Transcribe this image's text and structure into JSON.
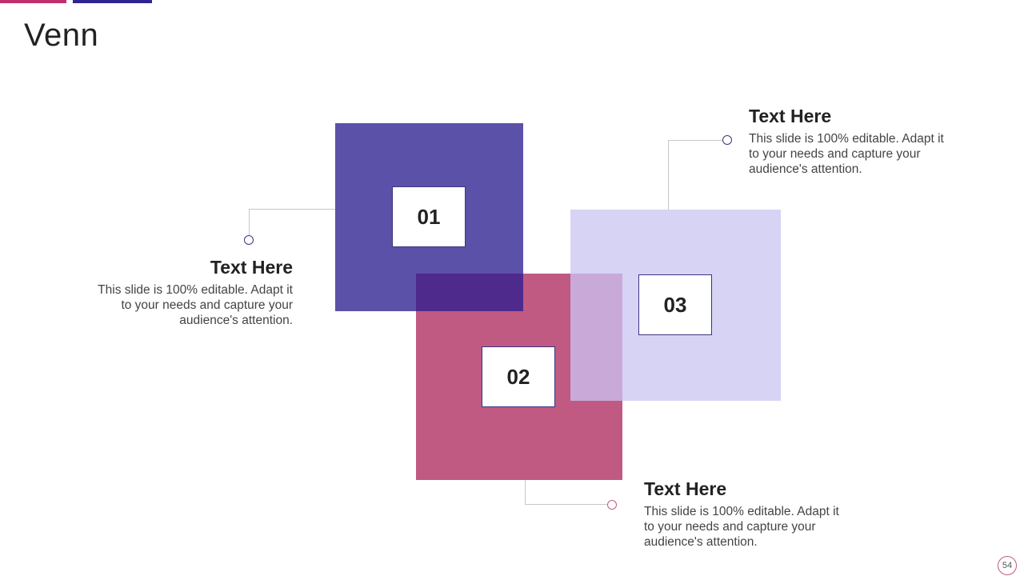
{
  "slide": {
    "title": "Venn",
    "page_number": "54"
  },
  "colors": {
    "accent_pink": "#c0306e",
    "accent_indigo": "#2e2591",
    "square_1": "#5b51a8",
    "square_2": "#c05a82",
    "square_3": "#d6d3f4",
    "overlap_1_2": "#4e2a8c",
    "overlap_2_3": "#c9a9d8",
    "connector_line": "#c7c7c7",
    "dot_indigo": "#3c3580",
    "dot_pink": "#c05a82"
  },
  "diagram": {
    "items": [
      {
        "number": "01",
        "heading": "Text Here",
        "body": "This slide is 100% editable. Adapt it to your needs and capture your audience's attention."
      },
      {
        "number": "02",
        "heading": "Text Here",
        "body": "This slide is 100% editable. Adapt it to your needs and capture your audience's attention."
      },
      {
        "number": "03",
        "heading": "Text Here",
        "body": "This slide is 100% editable. Adapt it to your needs and capture your audience's attention."
      }
    ]
  }
}
